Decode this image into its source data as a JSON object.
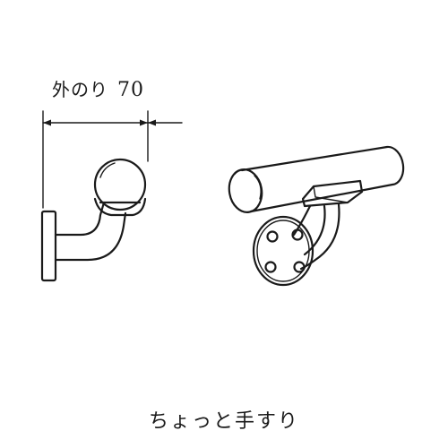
{
  "dimension": {
    "label": "外のり",
    "value": "70"
  },
  "caption": "ちょっと手すり"
}
